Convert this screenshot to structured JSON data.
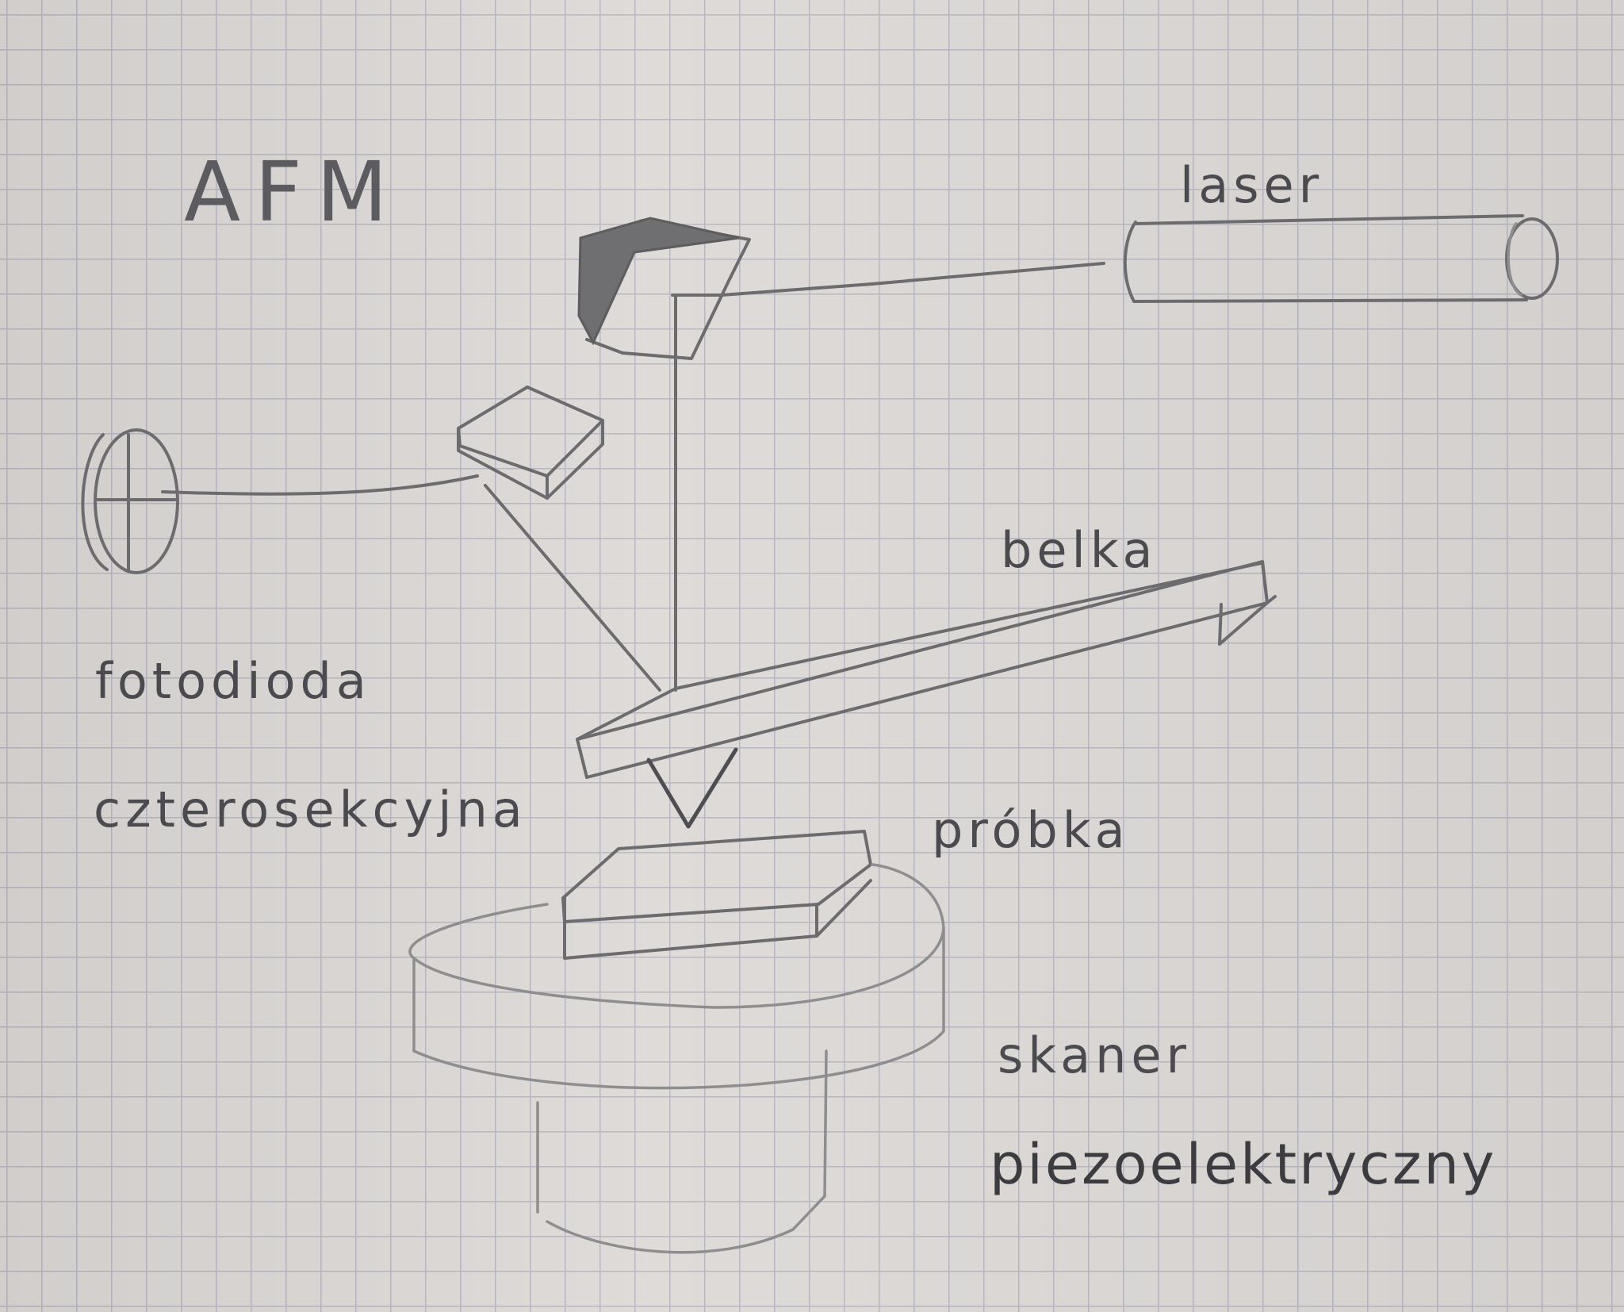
{
  "diagram": {
    "title": "AFM",
    "labels": {
      "laser": "laser",
      "photodiode_line1": "fotodioda",
      "photodiode_line2": "czterosekcyjna",
      "cantilever": "belka",
      "sample": "próbka",
      "scanner_line1": "skaner",
      "scanner_line2": "piezoelektryczny"
    }
  }
}
